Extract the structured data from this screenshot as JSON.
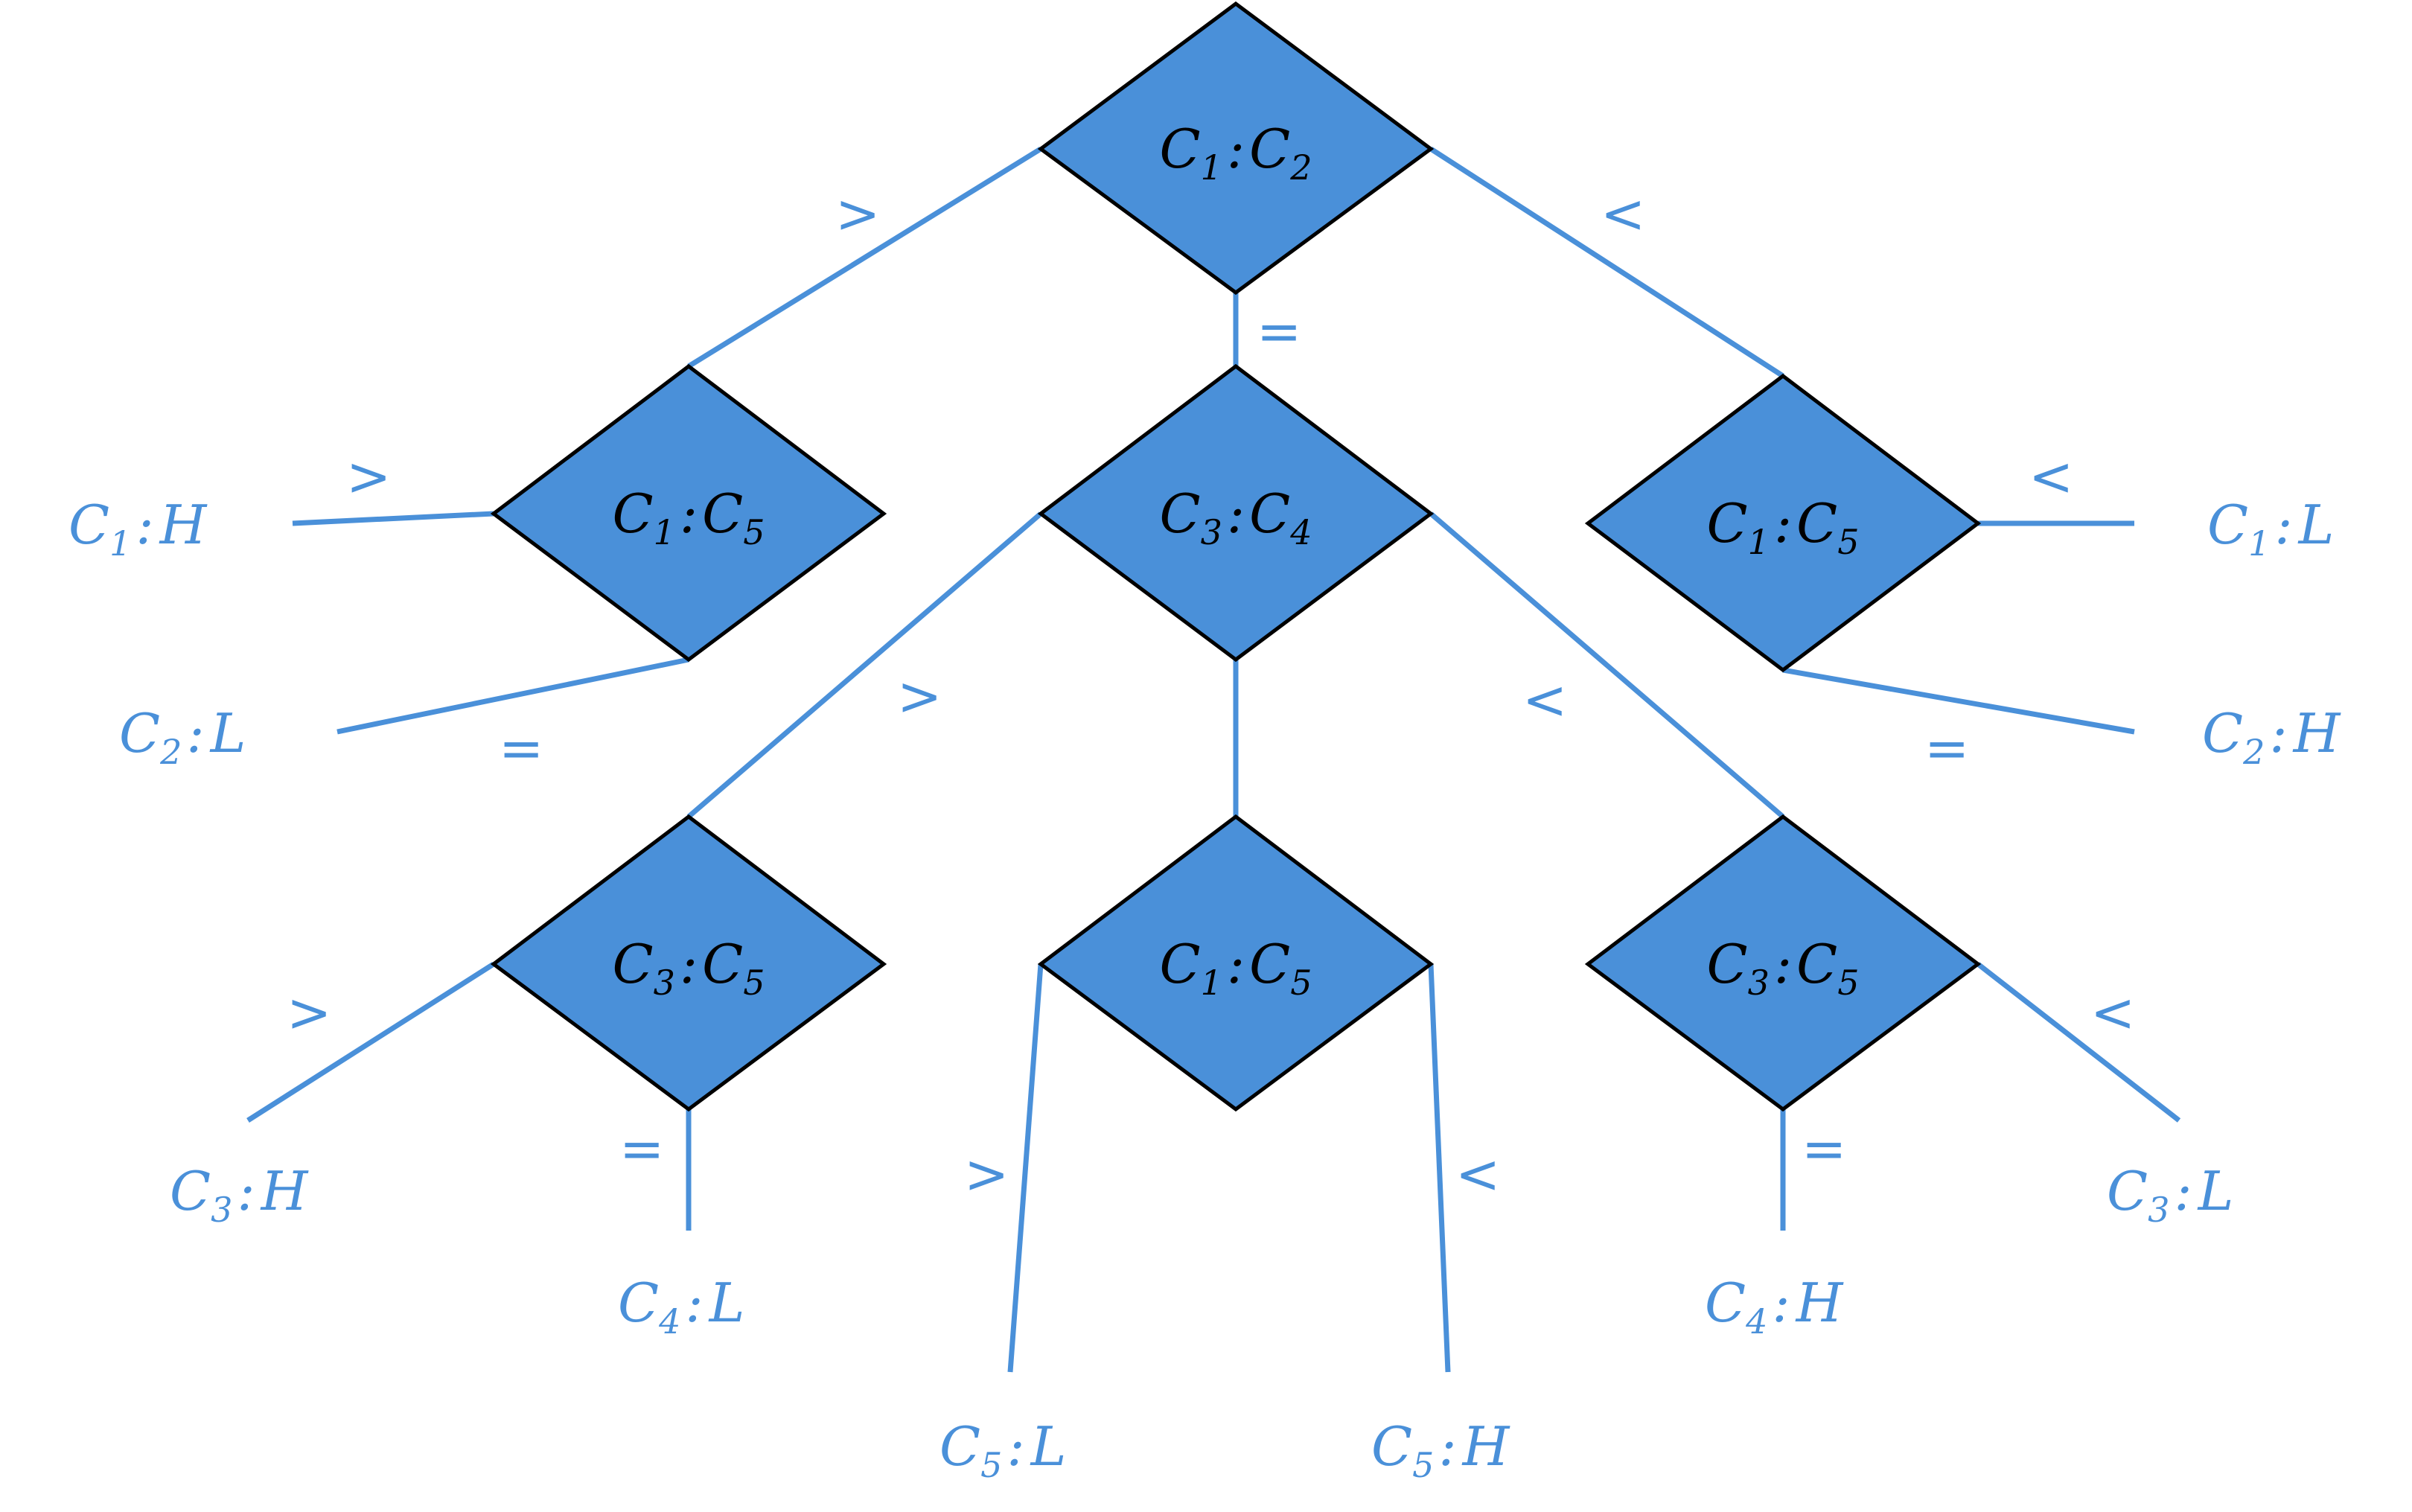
{
  "colors": {
    "node_fill": "#4a90d9",
    "node_stroke": "#000000",
    "edge": "#4a90d9",
    "leaf_text": "#4a90d9"
  },
  "nodes": {
    "root": {
      "a": "C",
      "as": "1",
      "b": "C",
      "bs": "2"
    },
    "left": {
      "a": "C",
      "as": "1",
      "b": "C",
      "bs": "5"
    },
    "middle": {
      "a": "C",
      "as": "3",
      "b": "C",
      "bs": "4"
    },
    "right": {
      "a": "C",
      "as": "1",
      "b": "C",
      "bs": "5"
    },
    "midleft": {
      "a": "C",
      "as": "3",
      "b": "C",
      "bs": "5"
    },
    "midmid": {
      "a": "C",
      "as": "1",
      "b": "C",
      "bs": "5"
    },
    "midright": {
      "a": "C",
      "as": "3",
      "b": "C",
      "bs": "5"
    }
  },
  "leaves": {
    "c1h": {
      "c": "C",
      "s": "1",
      "v": "H"
    },
    "c2l": {
      "c": "C",
      "s": "2",
      "v": "L"
    },
    "c1l": {
      "c": "C",
      "s": "1",
      "v": "L"
    },
    "c2h": {
      "c": "C",
      "s": "2",
      "v": "H"
    },
    "c3h": {
      "c": "C",
      "s": "3",
      "v": "H"
    },
    "c4l": {
      "c": "C",
      "s": "4",
      "v": "L"
    },
    "c5l": {
      "c": "C",
      "s": "5",
      "v": "L"
    },
    "c5h": {
      "c": "C",
      "s": "5",
      "v": "H"
    },
    "c4h": {
      "c": "C",
      "s": "4",
      "v": "H"
    },
    "c3l": {
      "c": "C",
      "s": "3",
      "v": "L"
    }
  },
  "operators": {
    "gt": ">",
    "lt": "<",
    "eq": "="
  }
}
